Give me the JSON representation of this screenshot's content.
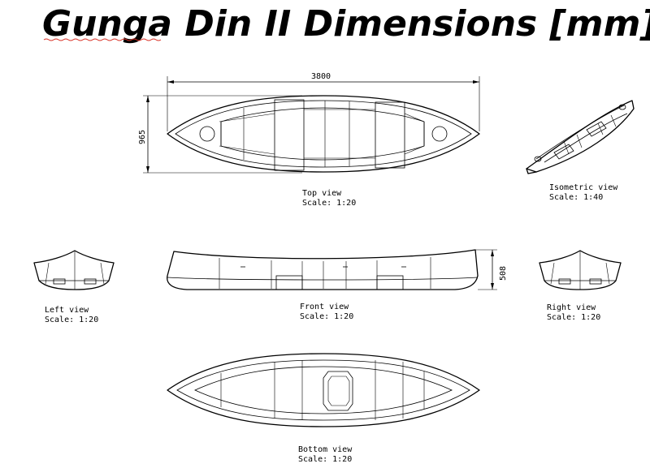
{
  "title": "Gunga Din II Dimensions [mm]",
  "dimensions": {
    "length": "3800",
    "width": "965",
    "height": "508"
  },
  "views": {
    "top": {
      "name": "Top view",
      "scale": "Scale:  1:20"
    },
    "isometric": {
      "name": "Isometric view",
      "scale": "Scale:  1:40"
    },
    "left": {
      "name": "Left view",
      "scale": "Scale:  1:20"
    },
    "front": {
      "name": "Front view",
      "scale": "Scale:  1:20"
    },
    "right": {
      "name": "Right view",
      "scale": "Scale:  1:20"
    },
    "bottom": {
      "name": "Bottom view",
      "scale": "Scale:  1:20"
    }
  },
  "colors": {
    "ink": "#000000",
    "spellcheck_underline": "#d93025"
  }
}
